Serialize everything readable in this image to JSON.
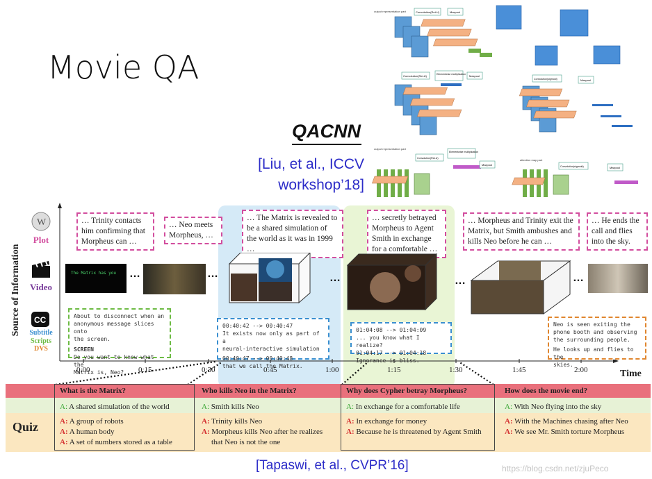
{
  "slide": {
    "title": "Movie QA",
    "model_name": "QACNN",
    "citation_top_line1": "[Liu, et al., ICCV",
    "citation_top_line2": "workshop’18]",
    "citation_bottom": "[Tapaswi, et al., CVPR’16]",
    "watermark": "https://blog.csdn.net/zjuPeco"
  },
  "architecture": {
    "labels": {
      "output_rep": "output representation part",
      "conv_relu": "Convolution(ReLU)",
      "maxpool": "Maxpool",
      "elementwise": "Elementwise multiplication",
      "conv_sigmoid": "Convolution(sigmoid)",
      "attention_map": "attention map part"
    },
    "colors": {
      "blue": "#5b9bd5",
      "orange": "#f4b183",
      "green": "#70ad47",
      "gold": "#f0b429",
      "purple": "#c05ac8",
      "cube": "#4a8fd8"
    }
  },
  "figure": {
    "y_axis_label": "Source of Information",
    "sources": {
      "plot": "Plot",
      "video": "Video",
      "subtitle": "Subtitle",
      "scripts": "Scripts",
      "dvs": "DVS"
    },
    "plot_boxes": [
      "… Trinity contacts him confirming that Morpheus can …",
      "… Neo meets Morpheus, …",
      "… The Matrix is revealed to be a shared simulation of the world as it was in 1999 …",
      "… secretly betrayed Morpheus to Agent Smith in exchange for a comfortable …",
      "… Morpheus and Trinity exit the Matrix, but Smith ambushes and kills Neo before he can …",
      "… He ends the call and flies into the sky."
    ],
    "video_caption": "The Matrix has you",
    "ellipsis": "…",
    "subtitle_green": {
      "line1": "About to disconnect when an",
      "line2": "anonymous message slices onto",
      "line3": "the screen.",
      "line4": "SCREEN",
      "line5": "Do you want to know what the",
      "line6": "Matrix is, Neo?"
    },
    "subtitle_blue1": {
      "t1": "00:40:42 --> 00:40:47",
      "l1": "It exists now only as part of a",
      "l2": "neural-interactive simulation",
      "t2": "00:40:47 --> 00:40:48",
      "l3": "that we call the Matrix."
    },
    "subtitle_blue2": {
      "t1": "01:04:08 --> 01:04:09",
      "l1": "... you know what I realize?",
      "t2": "01:04:17 --> 01:04:18",
      "l2": "Ignorance is bliss."
    },
    "subtitle_orange": {
      "l1": "Neo is seen exiting the",
      "l2": "phone booth and observing",
      "l3": "the surrounding people.",
      "l4": "He looks up and flies to the",
      "l5": "skies."
    },
    "time_ticks": [
      "0:00",
      "0:15",
      "0:30",
      "0:45",
      "1:00",
      "1:15",
      "1:30",
      "1:45",
      "2:00"
    ],
    "time_label": "Time"
  },
  "quiz": {
    "label": "Quiz",
    "a_prefix": "A:",
    "columns": [
      {
        "question": "What is the Matrix?",
        "correct": "A shared simulation of the world",
        "wrong": [
          "A group of robots",
          "A human body",
          "A set of numbers stored as a table"
        ]
      },
      {
        "question": "Who kills Neo in the Matrix?",
        "correct": "Smith kills Neo",
        "wrong": [
          "Trinity kills Neo",
          "Morpheus kills Neo after he realizes",
          "that Neo is not the one"
        ]
      },
      {
        "question": "Why does Cypher betray Morpheus?",
        "correct": "In exchange for a comfortable life",
        "wrong": [
          "In exchange for money",
          "Because he is threatened by Agent Smith"
        ]
      },
      {
        "question": "How does the movie end?",
        "correct": "With Neo flying into the sky",
        "wrong": [
          "With the Machines chasing after Neo",
          "We see Mr. Smith torture Morpheus"
        ]
      }
    ]
  }
}
